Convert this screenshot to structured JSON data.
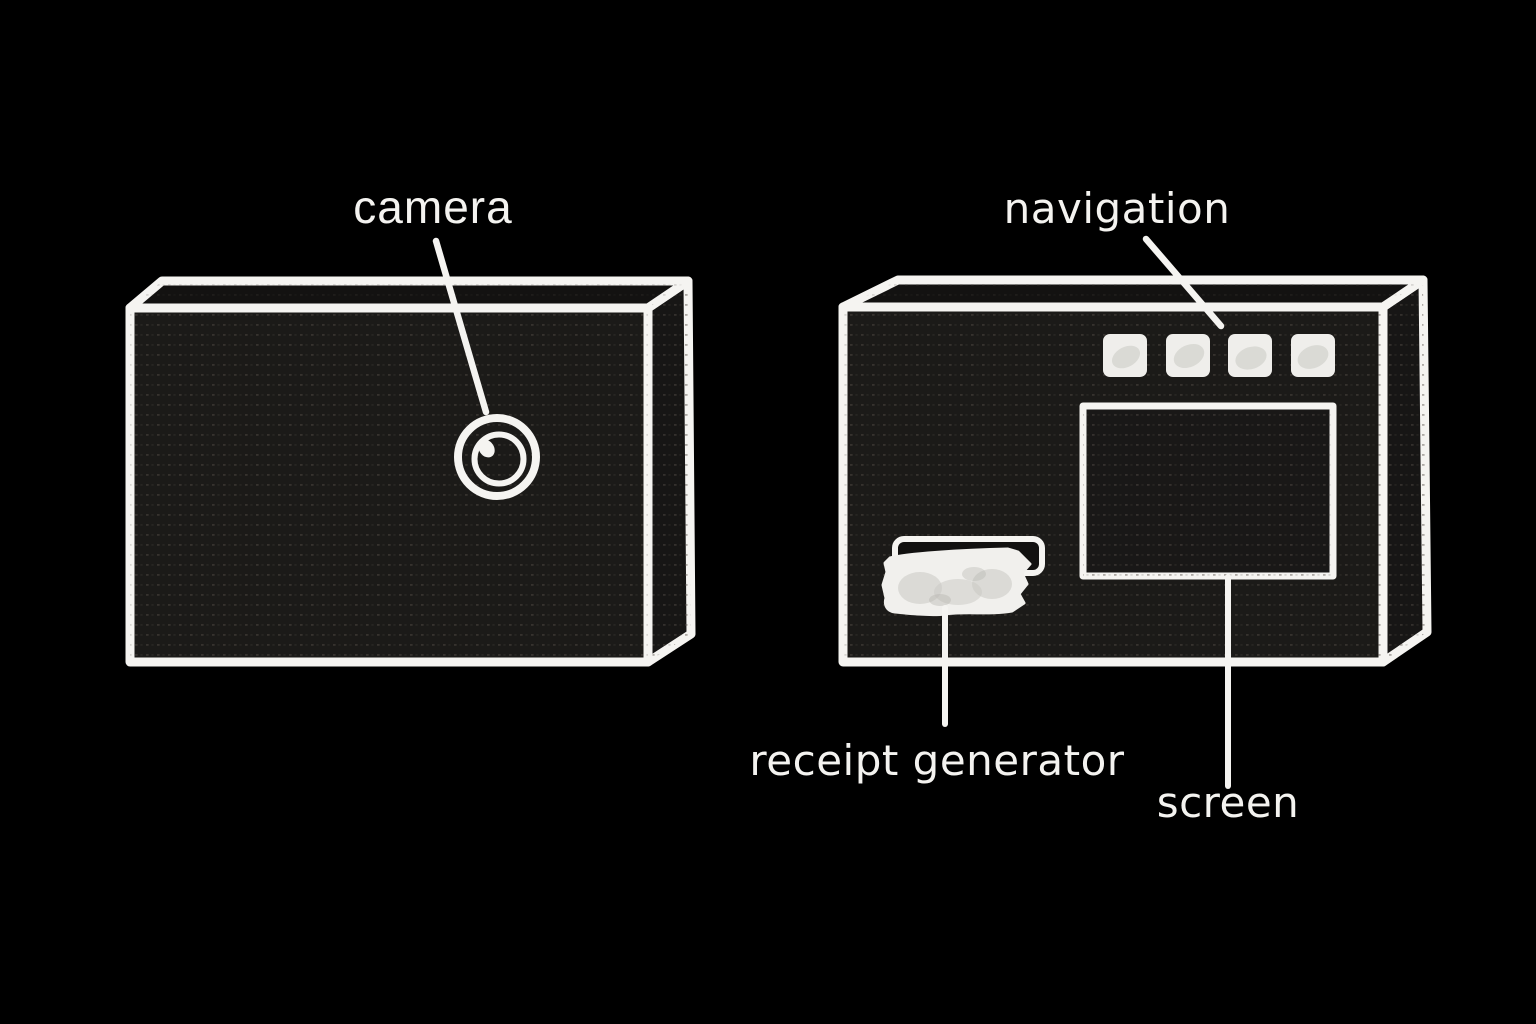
{
  "labels": {
    "camera": "camera",
    "navigation": "navigation",
    "receipt_generator": "receipt generator",
    "screen": "screen"
  },
  "counts": {
    "navigation_buttons": 4
  },
  "parts": {
    "left_device": "device-back-view-with-camera",
    "right_device": "device-front-view",
    "features": [
      "camera-lens",
      "navigation-buttons",
      "screen-panel",
      "receipt-slot-with-paper"
    ]
  },
  "colors": {
    "background": "#000000",
    "outline": "#f5f4f1",
    "box_front_fill": "#1b1a18",
    "box_top_fill": "#131211",
    "box_side_fill": "#171615",
    "dot_texture": "#56514a",
    "button_fill": "#efeeeb",
    "paper_fill": "#f1f0ed",
    "paper_smudge": "#c9c8c3",
    "label_text": "#f4f3f0"
  }
}
